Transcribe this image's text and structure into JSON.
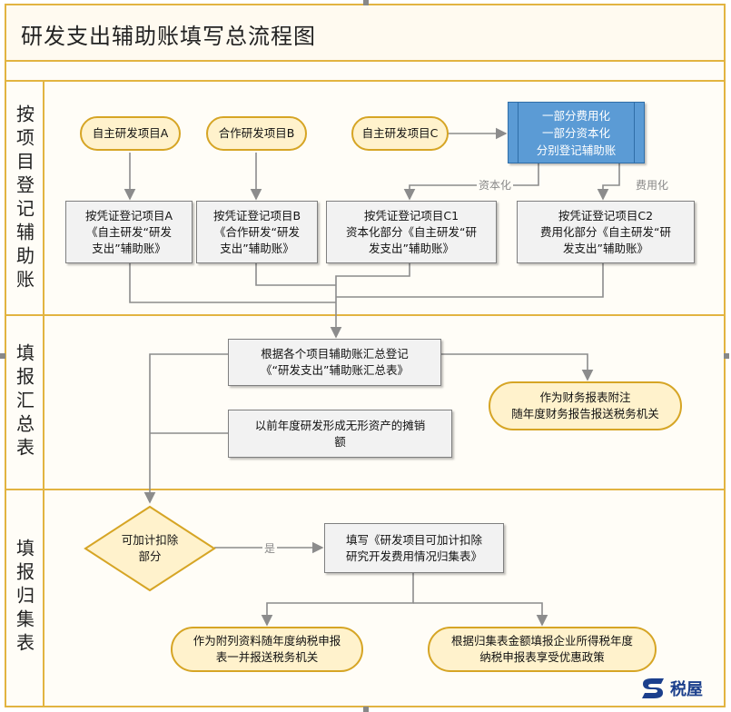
{
  "title": "研发支出辅助账填写总流程图",
  "lanes": {
    "lane1": "按项目登记辅助账",
    "lane2": "填报汇总表",
    "lane3": "填报归集表"
  },
  "nodes": {
    "project_a": "自主研发项目A",
    "project_b": "合作研发项目B",
    "project_c": "自主研发项目C",
    "split": "一部分费用化\n一部分资本化\n分别登记辅助账",
    "voucher_a": "按凭证登记项目A\n《自主研发“研发\n支出”辅助账》",
    "voucher_b": "按凭证登记项目B\n《合作研发“研发\n支出”辅助账》",
    "voucher_c1": "按凭证登记项目C1\n资本化部分《自主研发“研\n发支出”辅助账》",
    "voucher_c2": "按凭证登记项目C2\n费用化部分《自主研发“研\n发支出”辅助账》",
    "summary": "根据各个项目辅助账汇总登记\n《“研发支出”辅助账汇总表》",
    "financial_note": "作为财务报表附注\n随年度财务报告报送税务机关",
    "amortization": "以前年度研发形成无形资产的摊销\n额",
    "deductible": "可加计扣除\n部分",
    "collect_form": "填写《研发项目可加计扣除\n研究开发费用情况归集表》",
    "attach": "作为附列资料随年度纳税申报\n表一并报送税务机关",
    "declare": "根据归集表金额填报企业所得税年度\n纳税申报表享受优惠政策"
  },
  "edge_labels": {
    "capitalized": "资本化",
    "expensed": "费用化",
    "yes": "是"
  },
  "watermark": "税屋",
  "colors": {
    "border": "#e2b441",
    "pill_fill": "#fff2cc",
    "pill_border": "#d6a525",
    "rect_fill": "#f2f2f2",
    "blue_fill": "#5b9bd5",
    "connector": "#8c8c8c"
  }
}
